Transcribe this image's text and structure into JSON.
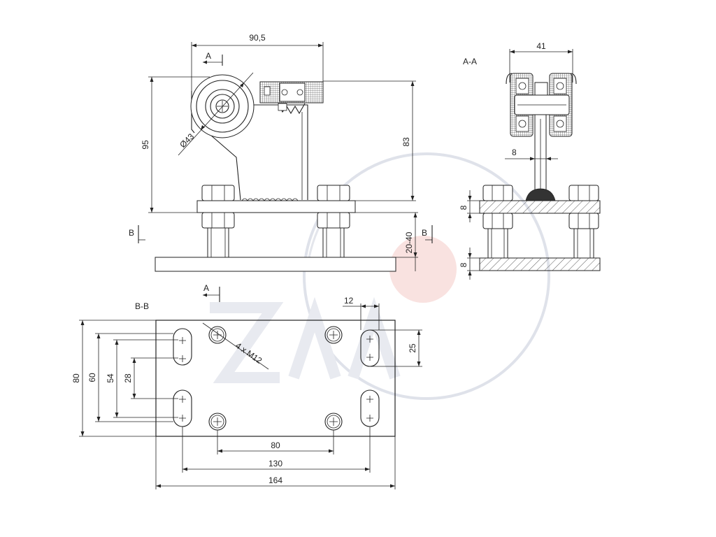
{
  "diagram": {
    "side_view": {
      "dims": {
        "width_top": "90,5",
        "height_total": "95",
        "height_roller": "83",
        "diameter": "Ø43",
        "gap": "20-40"
      },
      "section_marks": {
        "a": "A",
        "b_left": "B",
        "b_right": "B"
      }
    },
    "section_aa": {
      "title": "A-A",
      "dims": {
        "width": "41",
        "web": "8",
        "plate_top": "8",
        "plate_bottom": "8"
      }
    },
    "plan_view": {
      "title": "B-B",
      "section_mark": "A",
      "dims": {
        "h80": "80",
        "h60": "60",
        "h54": "54",
        "h28": "28",
        "slot": "12",
        "slot_len": "25",
        "w80": "80",
        "w130": "130",
        "w164": "164",
        "bolts": "4 x M12"
      }
    },
    "watermark": {
      "colors": {
        "ring": "#dfe2ea",
        "dot": "#f6d6d3",
        "text": "#e6e8ee"
      }
    }
  }
}
